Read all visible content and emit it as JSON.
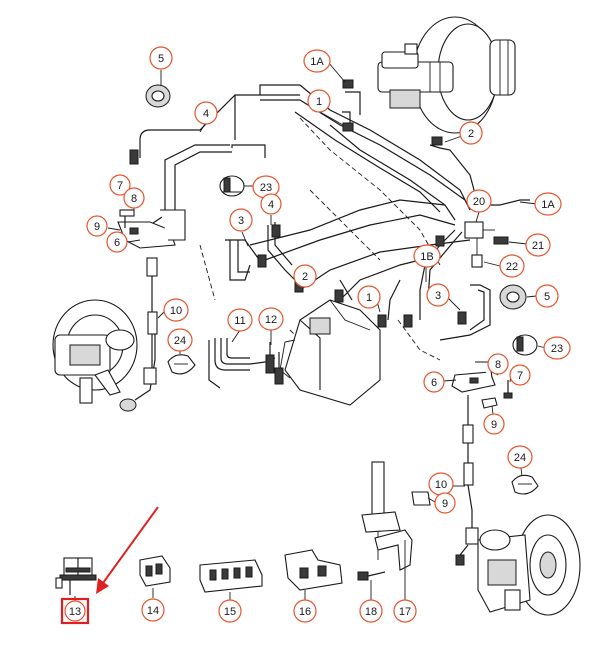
{
  "colors": {
    "callout_ring": "#e8542c",
    "highlight": "#e02020",
    "line_art": "#1a1a1a"
  },
  "callouts": {
    "c5_top": "5",
    "c4_top": "4",
    "c1a_top": "1A",
    "c1_top": "1",
    "c2_right": "2",
    "c7_left": "7",
    "c8_left": "8",
    "c23_left": "23",
    "c9_left": "9",
    "c6_left": "6",
    "c3_mid": "3",
    "c4_mid": "4",
    "c20": "20",
    "c1a_right": "1A",
    "c21": "21",
    "c22": "22",
    "c2_mid": "2",
    "c1b": "1B",
    "c1_mid": "1",
    "c3_right": "3",
    "c5_right": "5",
    "c10_left": "10",
    "c24_left": "24",
    "c11": "11",
    "c12": "12",
    "c23_right": "23",
    "c8_right": "8",
    "c7_right": "7",
    "c6_right": "6",
    "c9_right_a": "9",
    "c24_right": "24",
    "c10_right": "10",
    "c9_right_b": "9",
    "c13": "13",
    "c14": "14",
    "c15": "15",
    "c16": "16",
    "c18": "18",
    "c17": "17"
  },
  "highlighted_part": "13"
}
